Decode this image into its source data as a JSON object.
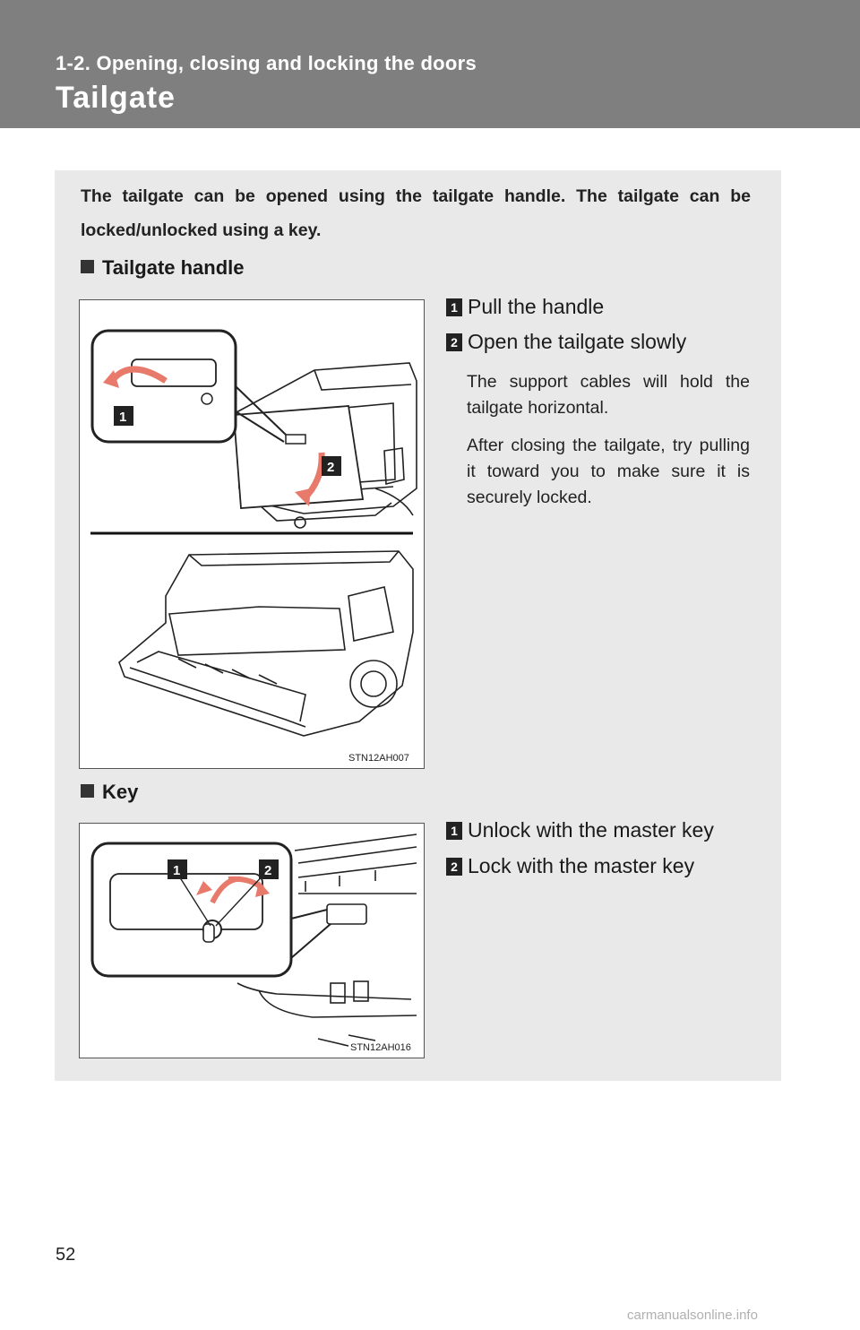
{
  "header": {
    "section_title": "1-2. Opening, closing and locking the doors",
    "page_title": "Tailgate"
  },
  "intro": "The tailgate can be opened using the tailgate handle. The tailgate can be locked/unlocked using a key.",
  "sections": [
    {
      "heading": "Tailgate handle",
      "figure_code": "STN12AH007",
      "steps": [
        {
          "num": "1",
          "text": "Pull the handle"
        },
        {
          "num": "2",
          "text": "Open the tailgate slowly"
        }
      ],
      "notes": [
        "The support cables will hold the tailgate horizontal.",
        "After closing the tailgate, try pulling it toward you to make sure it is securely locked."
      ]
    },
    {
      "heading": "Key",
      "figure_code": "STN12AH016",
      "steps": [
        {
          "num": "1",
          "text": "Unlock with the master key"
        },
        {
          "num": "2",
          "text": "Lock with the master key"
        }
      ]
    }
  ],
  "page_number": "52",
  "watermark": "carmanualsonline.info",
  "colors": {
    "header": "#7f7f7f",
    "panel": "#e9e9e9",
    "arrow": "#e87a6c"
  }
}
